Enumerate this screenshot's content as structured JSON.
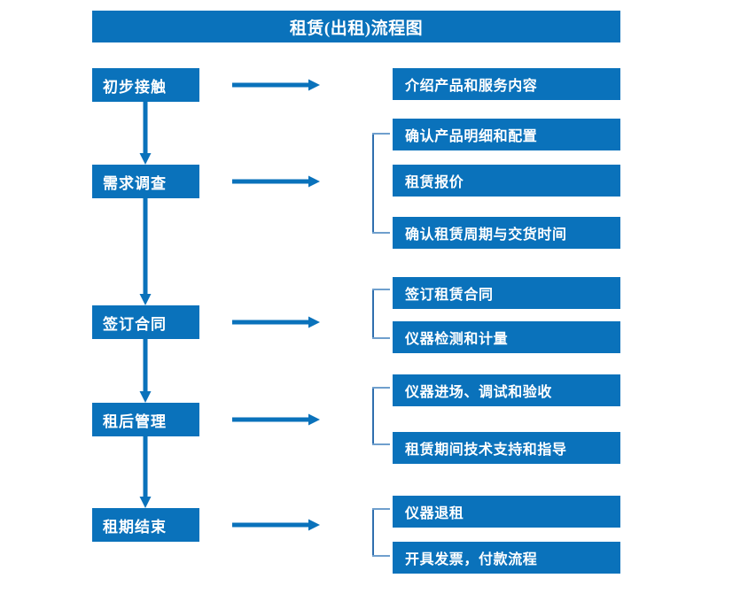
{
  "diagram": {
    "title": "租赁(出租)流程图",
    "accent_color": "#0a72bb",
    "bracket_color": "#2f6fae",
    "text_color": "#ffffff",
    "background_color": "#ffffff"
  },
  "stages": [
    {
      "label": "初步接触"
    },
    {
      "label": "需求调查"
    },
    {
      "label": "签订合同"
    },
    {
      "label": "租后管理"
    },
    {
      "label": "租期结束"
    }
  ],
  "tasks": [
    {
      "label": "介绍产品和服务内容"
    },
    {
      "label": "确认产品明细和配置"
    },
    {
      "label": "租赁报价"
    },
    {
      "label": "确认租赁周期与交货时间"
    },
    {
      "label": "签订租赁合同"
    },
    {
      "label": "仪器检测和计量"
    },
    {
      "label": "仪器进场、调试和验收"
    },
    {
      "label": "租赁期间技术支持和指导"
    },
    {
      "label": "仪器退租"
    },
    {
      "label": "开具发票，付款流程"
    }
  ]
}
